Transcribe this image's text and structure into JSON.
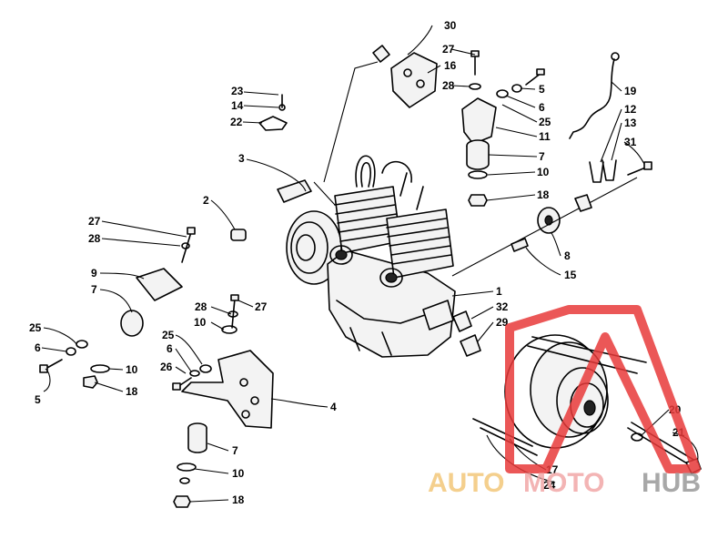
{
  "callouts": {
    "c1": "1",
    "c2": "2",
    "c3": "3",
    "c4": "4",
    "c5a": "5",
    "c5b": "5",
    "c6a": "6",
    "c6b": "6",
    "c6c": "6",
    "c7a": "7",
    "c7b": "7",
    "c7c": "7",
    "c8": "8",
    "c9": "9",
    "c10a": "10",
    "c10b": "10",
    "c10c": "10",
    "c10d": "10",
    "c11": "11",
    "c12": "12",
    "c13": "13",
    "c14": "14",
    "c15": "15",
    "c16": "16",
    "c17": "17",
    "c18a": "18",
    "c18b": "18",
    "c18c": "18",
    "c19": "19",
    "c20": "20",
    "c21": "21",
    "c22": "22",
    "c23": "23",
    "c24": "24",
    "c25a": "25",
    "c25b": "25",
    "c25c": "25",
    "c26": "26",
    "c27a": "27",
    "c27b": "27",
    "c27c": "27",
    "c28a": "28",
    "c28b": "28",
    "c28c": "28",
    "c29": "29",
    "c30": "30",
    "c31": "31",
    "c32": "32"
  },
  "watermark": {
    "part1": "AUTO",
    "part2": "MOTO",
    "part3": "HUB",
    "color1": "#f3c77a",
    "color2": "#f2a7a7",
    "color3": "#9a9a9a",
    "triangle_color": "#e83a3a"
  }
}
